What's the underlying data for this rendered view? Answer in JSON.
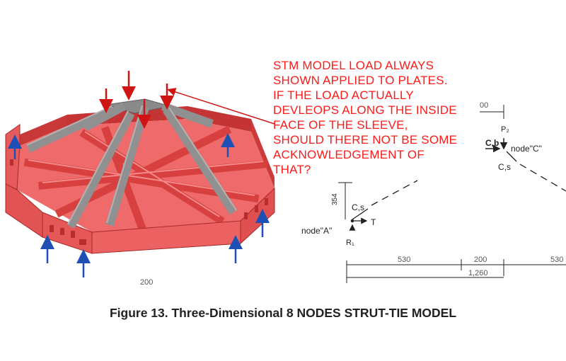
{
  "annotation": {
    "lines": [
      "STM MODEL LOAD ALWAYS",
      "SHOWN APPLIED TO PLATES.",
      "IF THE LOAD ACTUALLY",
      "DEVLEOPS ALONG THE INSIDE",
      "FACE OF THE SLEEVE,",
      "SHOULD THERE NOT BE SOME",
      "ACKNOWLEDGEMENT OF",
      "THAT?"
    ],
    "color": "#ff1a1a"
  },
  "caption": "Figure 13. Three-Dimensional 8 NODES STRUT-TIE MODEL",
  "model_3d": {
    "partial_dim_label": "200",
    "colors": {
      "plate": "#e84a4a",
      "strut": "#8f8f8f",
      "load_arrow": "#d01414",
      "reaction_arrow": "#1e4fb5"
    }
  },
  "schematic": {
    "partial_top_label": "00",
    "label_p2": "P₂",
    "label_cb": "C,b",
    "label_node_c": "node\"C\"",
    "label_cs_c": "C,s",
    "label_354": "354",
    "label_cs_a": "C,s",
    "label_t": "T",
    "label_node_a": "node\"A\"",
    "label_r1": "R₁",
    "dims": [
      "530",
      "200",
      "530"
    ],
    "total_dim": "1,260"
  }
}
